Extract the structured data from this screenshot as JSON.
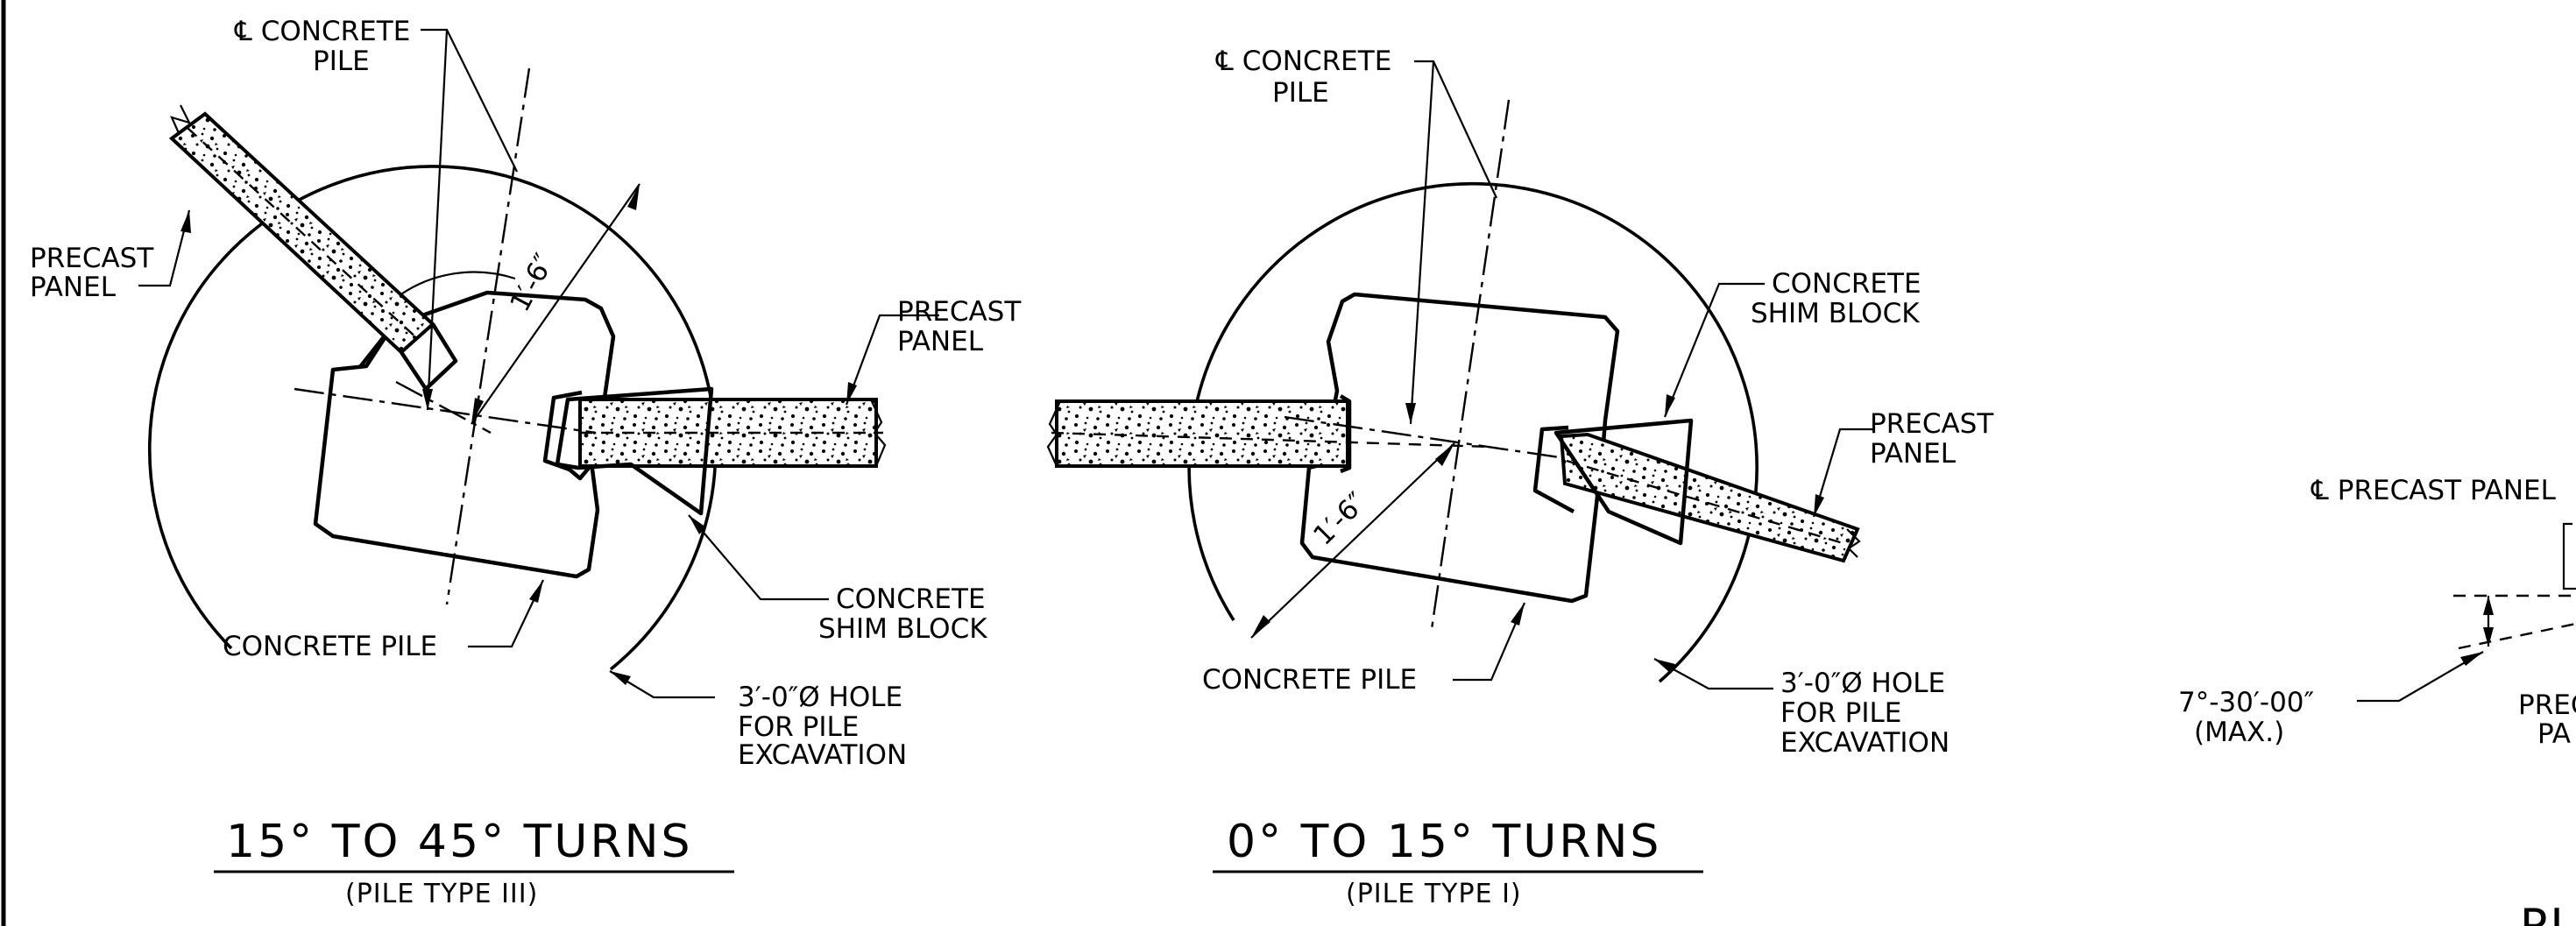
{
  "details": [
    {
      "title": "15° TO 45° TURNS",
      "subtitle": "(PILE TYPE III)",
      "labels": {
        "cl_pile_line1": "℄ CONCRETE",
        "cl_pile_line2": "PILE",
        "panel_left_line1": "PRECAST",
        "panel_left_line2": "PANEL",
        "panel_right_line1": "PRECAST",
        "panel_right_line2": "PANEL",
        "shim_line1": "CONCRETE",
        "shim_line2": "SHIM BLOCK",
        "pile": "CONCRETE PILE",
        "hole_line1": "3′-0″Ø HOLE",
        "hole_line2": "FOR PILE",
        "hole_line3": "EXCAVATION",
        "radius_dim": "1′-6″"
      }
    },
    {
      "title": "0° TO 15° TURNS",
      "subtitle": "(PILE TYPE I)",
      "labels": {
        "cl_pile_line1": "℄ CONCRETE",
        "cl_pile_line2": "PILE",
        "shim_line1": "CONCRETE",
        "shim_line2": "SHIM BLOCK",
        "panel_right_line1": "PRECAST",
        "panel_right_line2": "PANEL",
        "pile": "CONCRETE PILE",
        "hole_line1": "3′-0″Ø HOLE",
        "hole_line2": "FOR PILE",
        "hole_line3": "EXCAVATION",
        "radius_dim": "1′-6″"
      }
    },
    {
      "title": "PI",
      "labels": {
        "cl_panel": "℄ PRECAST PANEL",
        "angle_line1": "7°-30′-00″",
        "angle_line2": "(MAX.)",
        "panel_line1": "PREC",
        "panel_line2": "PA"
      }
    }
  ]
}
